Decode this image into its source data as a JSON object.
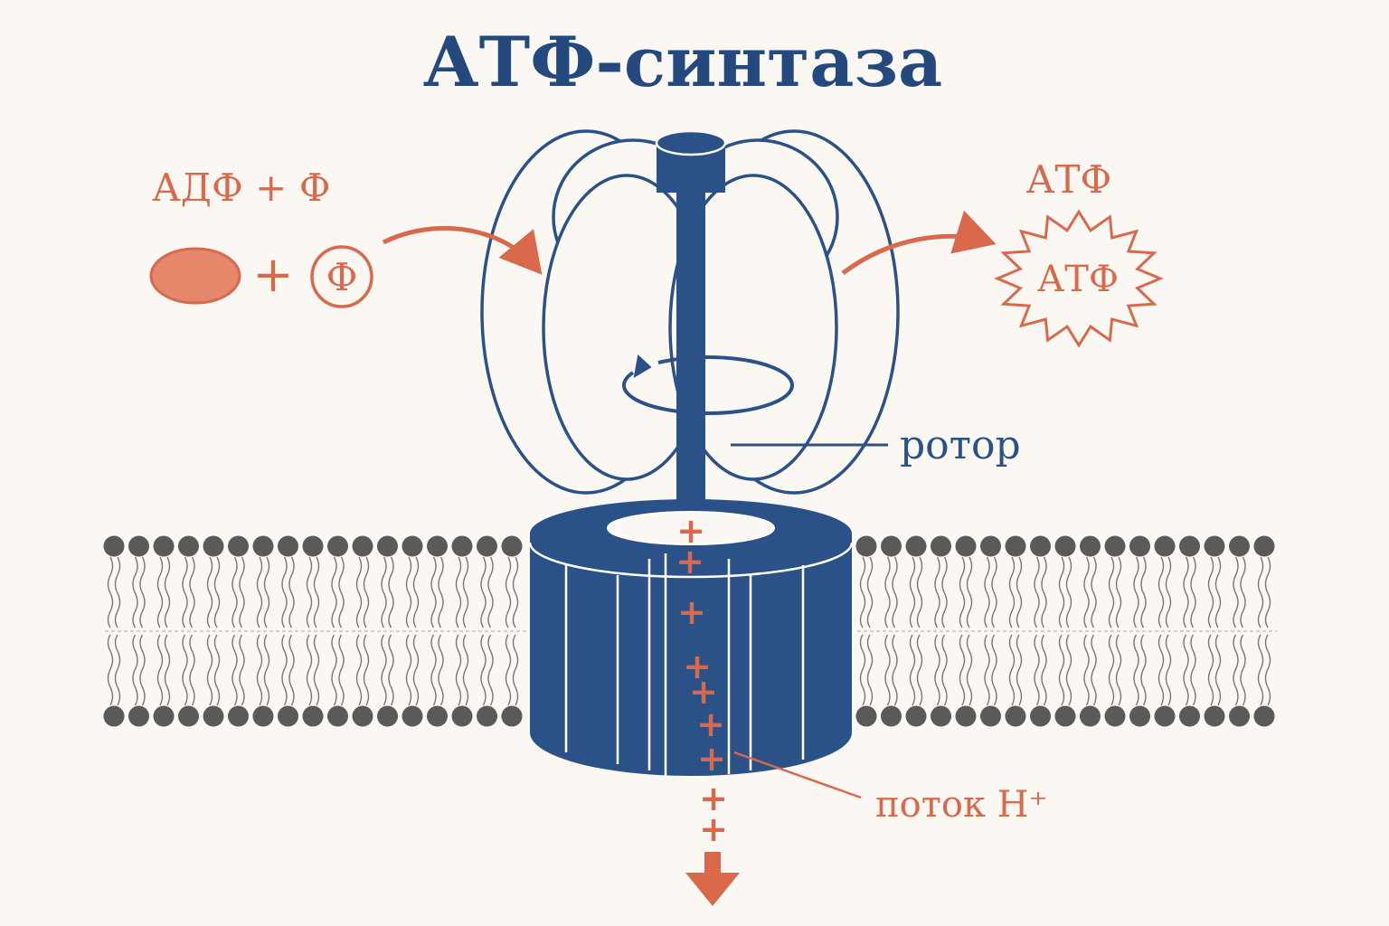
{
  "title": "АТФ-синтаза",
  "input": {
    "label": "АДФ + Ф",
    "plus": "+",
    "phosphate": "Ф"
  },
  "output": {
    "label": "АТФ",
    "badge": "АТФ"
  },
  "labels": {
    "rotor": "ротор",
    "proton_flow": "поток H⁺"
  },
  "proton_symbol": "+",
  "colors": {
    "background": "#fbf8f3",
    "blue": "#2a5288",
    "title_blue": "#24497f",
    "orange": "#d9694a",
    "orange_fill": "#e4876b",
    "lipid": "#5a5a5a"
  }
}
